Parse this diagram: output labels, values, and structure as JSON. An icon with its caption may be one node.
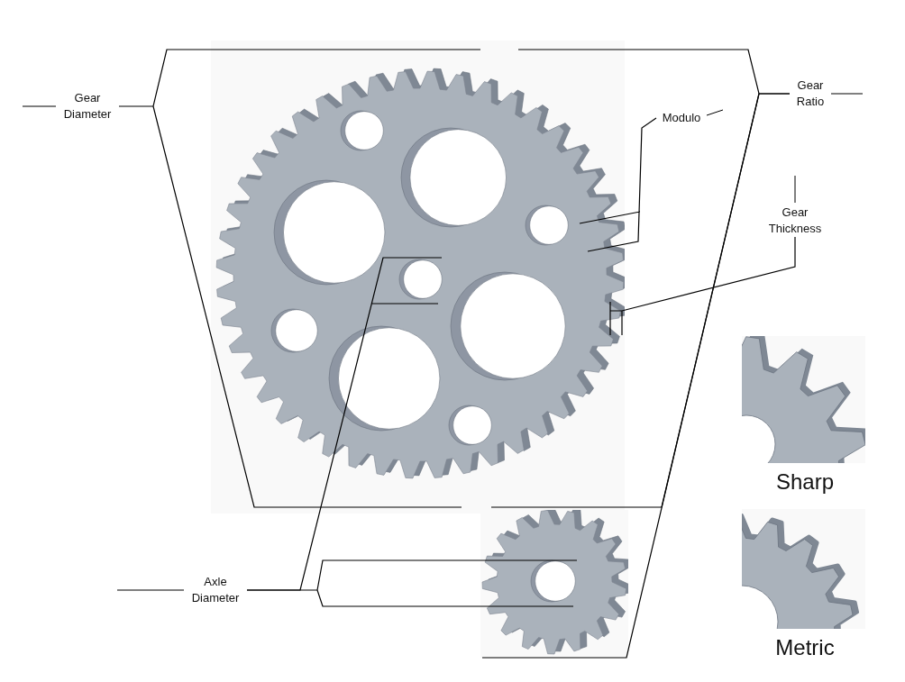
{
  "diagram": {
    "nodes": [
      {
        "text": [
          "Gear Diameter"
        ]
      },
      {
        "text": [
          "Gear Ratio"
        ]
      },
      {
        "text": [
          "Modulo"
        ]
      },
      {
        "text": [
          "Gear Thickness"
        ]
      },
      {
        "text": [
          "Axle Diameter"
        ]
      },
      {
        "text": [],
        "shape": "picture"
      },
      {
        "text": [],
        "shape": "picture"
      }
    ],
    "edges": [
      {
        "from": 0,
        "to": 5,
        "arrow": "none"
      },
      {
        "from": 1,
        "to": 5,
        "arrow": "none"
      },
      {
        "from": 1,
        "to": 6,
        "arrow": "none"
      },
      {
        "from": 2,
        "to": 5,
        "arrow": "none"
      },
      {
        "from": 3,
        "to": 5,
        "arrow": "none"
      },
      {
        "from": 4,
        "to": 5,
        "arrow": "none"
      },
      {
        "from": 4,
        "to": 6,
        "arrow": "none"
      }
    ],
    "labels": [
      "Sharp",
      "Metric"
    ]
  }
}
